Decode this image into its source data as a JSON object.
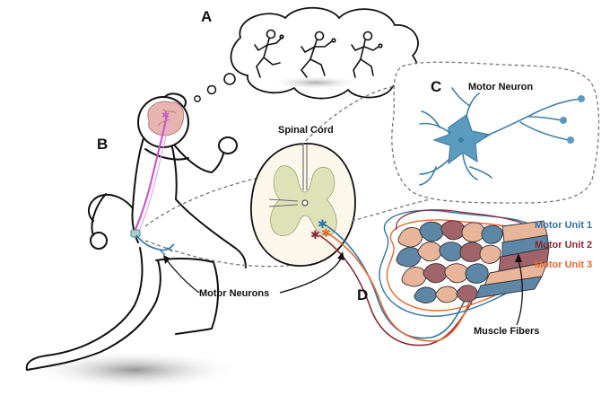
{
  "panels": {
    "a": "A",
    "b": "B",
    "c": "C",
    "d": "D"
  },
  "labels": {
    "spinal_cord": "Spinal Cord",
    "motor_neuron": "Motor Neuron",
    "motor_neurons": "Motor Neurons",
    "muscle_fibers": "Muscle Fibers"
  },
  "motor_units": [
    {
      "label": "Motor Unit 1",
      "color": "#2f73a6"
    },
    {
      "label": "Motor Unit 2",
      "color": "#8b2635"
    },
    {
      "label": "Motor Unit 3",
      "color": "#e8662c"
    }
  ],
  "colors": {
    "neuron_blue": "#5b9bbf",
    "brain_pink": "#e8b4b0",
    "pathway_magenta": "#c95ac9",
    "cord_fill": "#fbf7ea",
    "grey_matter": "#dfe2b8",
    "fiber_tan": "#e8b59a",
    "fiber_steel": "#5e87a6",
    "fiber_maroon": "#a0646a"
  }
}
